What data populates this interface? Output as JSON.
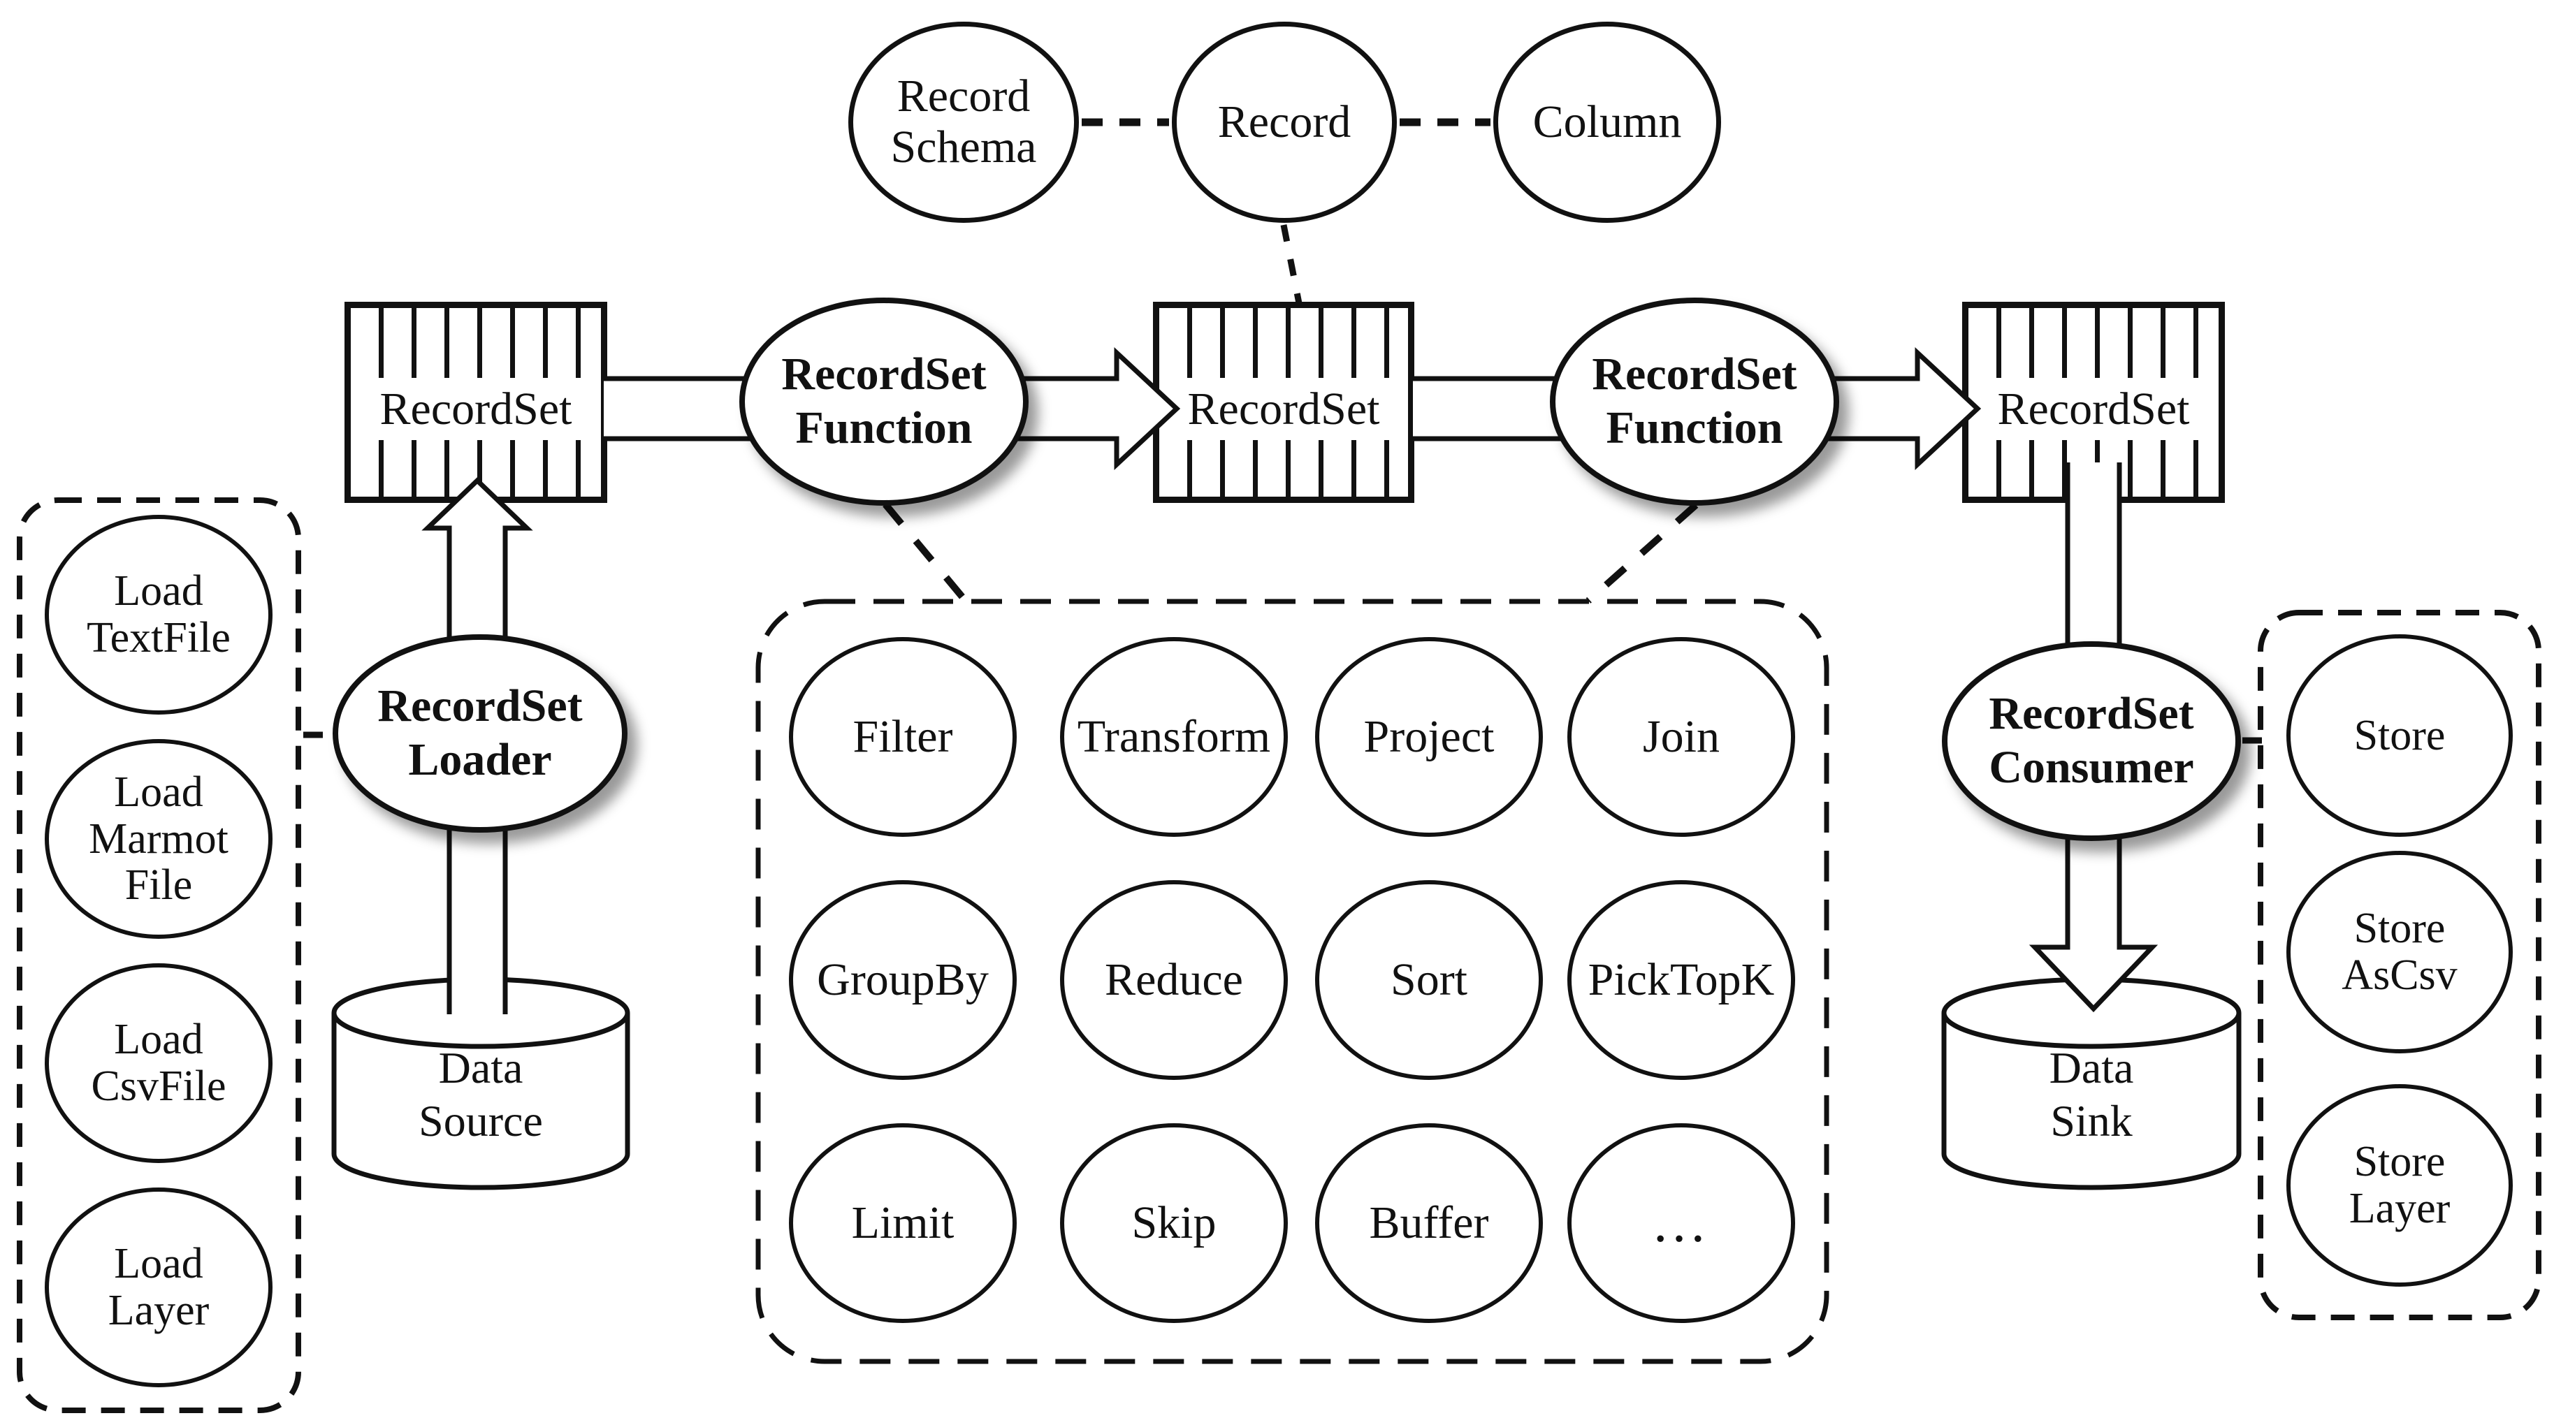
{
  "top_row": {
    "record_schema_lines": [
      "Record",
      "Schema"
    ],
    "record_label": "Record",
    "column_label": "Column"
  },
  "pipeline": {
    "recordset_label": "RecordSet",
    "function_lines": [
      "RecordSet",
      "Function"
    ],
    "loader_lines": [
      "RecordSet",
      "Loader"
    ],
    "consumer_lines": [
      "RecordSet",
      "Consumer"
    ],
    "data_source_lines": [
      "Data",
      "Source"
    ],
    "data_sink_lines": [
      "Data",
      "Sink"
    ]
  },
  "loaders": {
    "items": [
      [
        "Load",
        "TextFile"
      ],
      [
        "Load",
        "Marmot",
        "File"
      ],
      [
        "Load",
        "CsvFile"
      ],
      [
        "Load",
        "Layer"
      ]
    ]
  },
  "functions": {
    "items": [
      "Filter",
      "Transform",
      "Project",
      "Join",
      "GroupBy",
      "Reduce",
      "Sort",
      "PickTopK",
      "Limit",
      "Skip",
      "Buffer",
      "…"
    ]
  },
  "consumers": {
    "items": [
      [
        "Store"
      ],
      [
        "Store",
        "AsCsv"
      ],
      [
        "Store",
        "Layer"
      ]
    ]
  },
  "colors": {
    "ink": "#111111",
    "background": "#ffffff",
    "shadow": "rgba(0,0,0,0.40)"
  }
}
